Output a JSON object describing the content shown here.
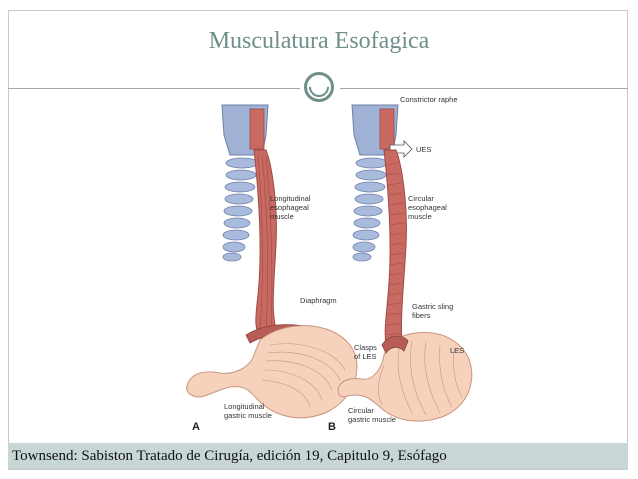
{
  "slide": {
    "title": "Musculatura Esofagica",
    "caption": "Townsend: Sabiston Tratado de Cirugía, edición 19, Capitulo  9, Esófago"
  },
  "figure": {
    "panel_a": {
      "letter": "A",
      "labels": {
        "longitudinal_esophageal_1": "Longitudinal",
        "longitudinal_esophageal_2": "esophageal",
        "longitudinal_esophageal_3": "muscle",
        "diaphragm": "Diaphragm",
        "longitudinal_gastric_1": "Longitudinal",
        "longitudinal_gastric_2": "gastric muscle"
      }
    },
    "panel_b": {
      "letter": "B",
      "labels": {
        "constrictor_raphe": "Constrictor raphe",
        "ues": "UES",
        "circular_esophageal_1": "Circular",
        "circular_esophageal_2": "esophageal",
        "circular_esophageal_3": "muscle",
        "gastric_sling_1": "Gastric sling",
        "gastric_sling_2": "fibers",
        "clasps_1": "Clasps",
        "clasps_2": "of LES",
        "les": "LES",
        "circular_gastric_1": "Circular",
        "circular_gastric_2": "gastric muscle"
      }
    },
    "colors": {
      "muscle": "#c96a62",
      "muscle_dark": "#9e4a44",
      "cartilage": "#9fb2d6",
      "stomach": "#f6d2bd",
      "stomach_line": "#c9957d"
    }
  }
}
